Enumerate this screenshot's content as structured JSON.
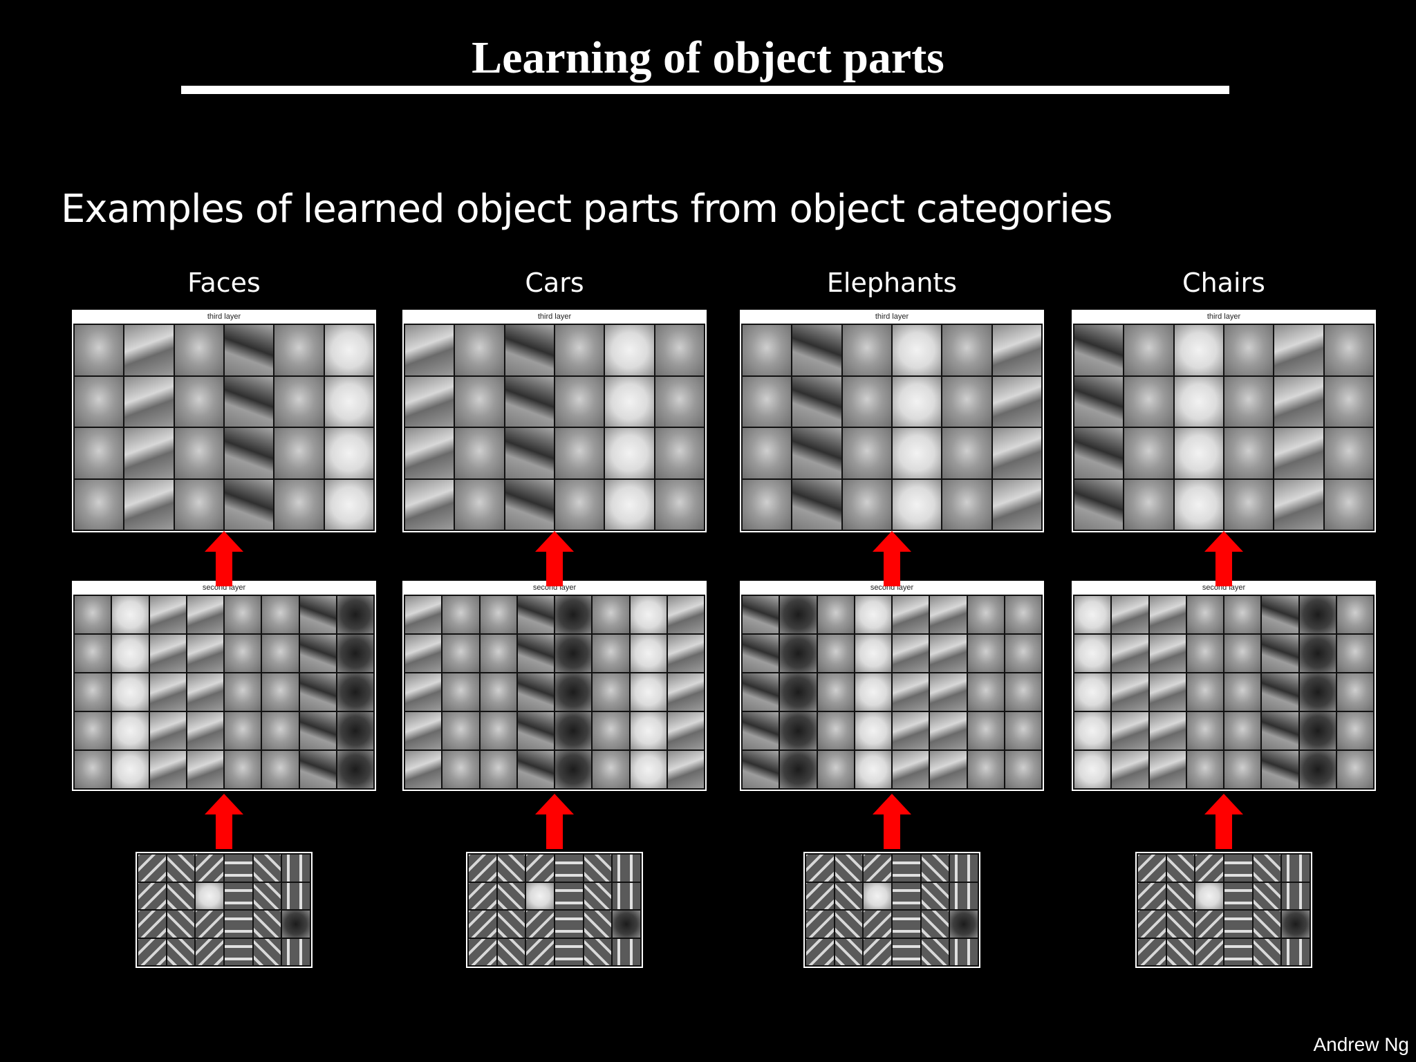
{
  "slide": {
    "title": "Learning of object parts",
    "subtitle": "Examples of learned object parts from object categories",
    "credit": "Andrew Ng",
    "accent_color": "#ff0000",
    "background_color": "#000000"
  },
  "columns": [
    {
      "label": "Faces",
      "top_caption": "third layer",
      "mid_caption": "second layer"
    },
    {
      "label": "Cars",
      "top_caption": "third layer",
      "mid_caption": "second layer"
    },
    {
      "label": "Elephants",
      "top_caption": "third layer",
      "mid_caption": "second layer"
    },
    {
      "label": "Chairs",
      "top_caption": "third layer",
      "mid_caption": "second layer"
    }
  ],
  "icons": {
    "layer_arrow": "arrow-up-icon"
  }
}
